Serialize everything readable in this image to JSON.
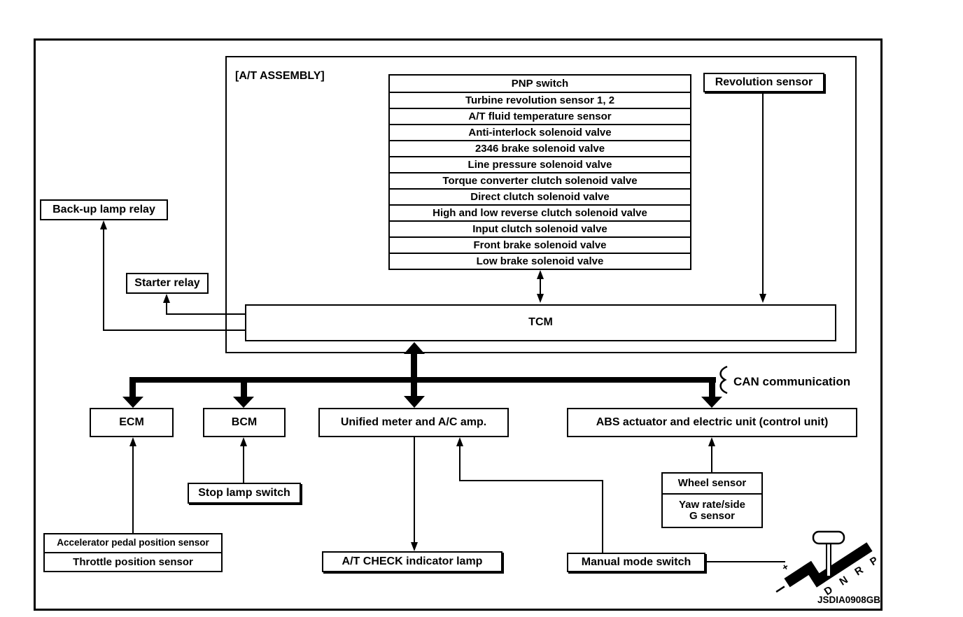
{
  "diagram": {
    "assembly_label": "[A/T ASSEMBLY]",
    "assembly_items": [
      "PNP switch",
      "Turbine revolution sensor 1, 2",
      "A/T fluid temperature sensor",
      "Anti-interlock solenoid valve",
      "2346 brake solenoid valve",
      "Line pressure solenoid valve",
      "Torque converter clutch solenoid valve",
      "Direct clutch solenoid valve",
      "High and low reverse clutch solenoid valve",
      "Input clutch solenoid valve",
      "Front brake solenoid valve",
      "Low brake solenoid valve"
    ],
    "revolution_sensor": "Revolution sensor",
    "tcm": "TCM",
    "backup_lamp_relay": "Back-up lamp relay",
    "starter_relay": "Starter relay",
    "can_label": "CAN communication",
    "ecm": "ECM",
    "bcm": "BCM",
    "unified_meter": "Unified meter and A/C amp.",
    "abs_unit": "ABS actuator and electric unit (control unit)",
    "stop_lamp_switch": "Stop lamp switch",
    "accel_pedal_sensor": "Accelerator pedal position sensor",
    "throttle_sensor": "Throttle position sensor",
    "at_check_lamp": "A/T CHECK indicator lamp",
    "manual_mode_switch": "Manual mode switch",
    "wheel_sensor": "Wheel sensor",
    "yaw_sensor_line1": "Yaw rate/side",
    "yaw_sensor_line2": "G sensor",
    "figure_code": "JSDIA0908GB",
    "shifter": {
      "letter_d": "D",
      "letter_n": "N",
      "letter_r": "R",
      "letter_p": "P",
      "plus": "+"
    },
    "colors": {
      "line": "#000000",
      "background": "#ffffff"
    }
  }
}
